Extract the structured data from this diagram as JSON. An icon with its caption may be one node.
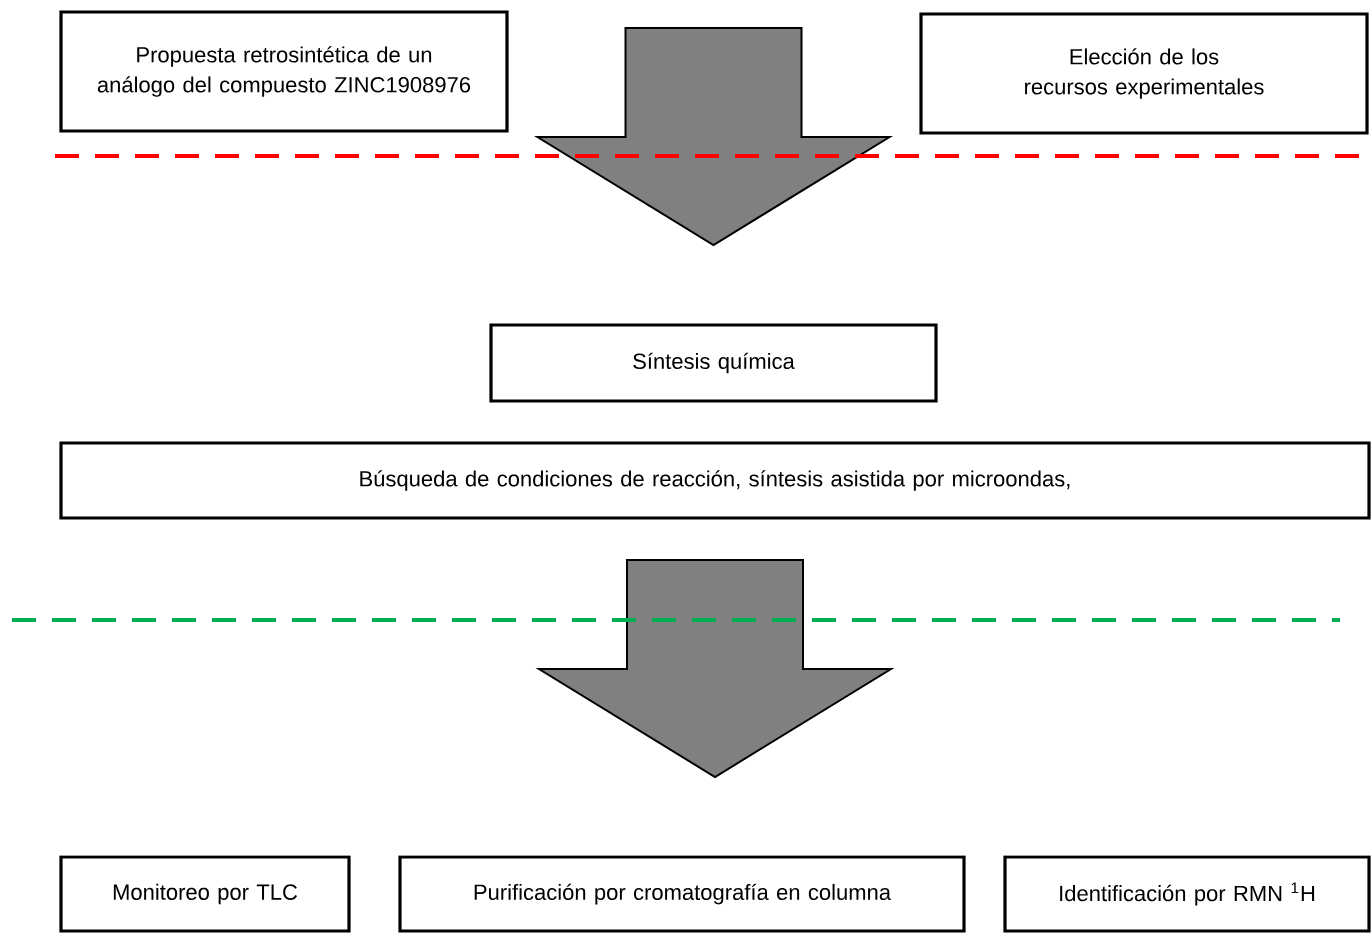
{
  "diagram": {
    "nodes": [
      {
        "text": [
          "Propuesta retrosintética de un análogo del compuesto ZINC1908976"
        ]
      },
      {
        "text": [
          "Elección de los recursos experimentales"
        ]
      },
      {
        "text": [
          "Síntesis química"
        ]
      },
      {
        "text": [
          "Búsqueda de condiciones de reacción, síntesis asistida por microondas,"
        ]
      },
      {
        "text": [
          "Monitoreo por TLC"
        ]
      },
      {
        "text": [
          "Purificación por cromatografía en columna"
        ]
      },
      {
        "text": [
          "Identificación por RMN $^{1}$H"
        ]
      }
    ],
    "edges": [
      {
        "from": 0,
        "to": 2,
        "arrow": "to"
      },
      {
        "from": 1,
        "to": 2,
        "arrow": "to"
      },
      {
        "from": 3,
        "to": 4,
        "arrow": "to"
      },
      {
        "from": 3,
        "to": 5,
        "arrow": "to"
      },
      {
        "from": 3,
        "to": 6,
        "arrow": "to"
      }
    ]
  }
}
